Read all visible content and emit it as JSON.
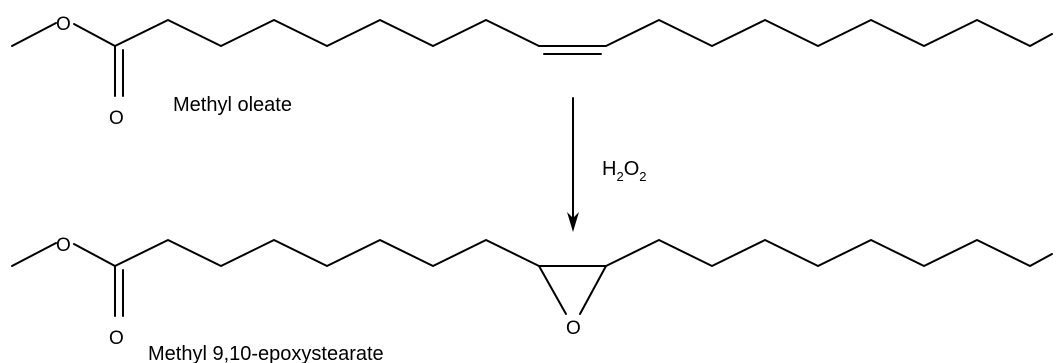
{
  "reactant": {
    "name": "Methyl oleate",
    "ester_oxygen": "O",
    "carbonyl_oxygen": "O"
  },
  "reagent": {
    "base": "H",
    "sub1": "2",
    "mid": "O",
    "sub2": "2"
  },
  "product": {
    "name": "Methyl 9,10-epoxystearate",
    "ester_oxygen": "O",
    "carbonyl_oxygen": "O",
    "epoxide_oxygen": "O"
  }
}
